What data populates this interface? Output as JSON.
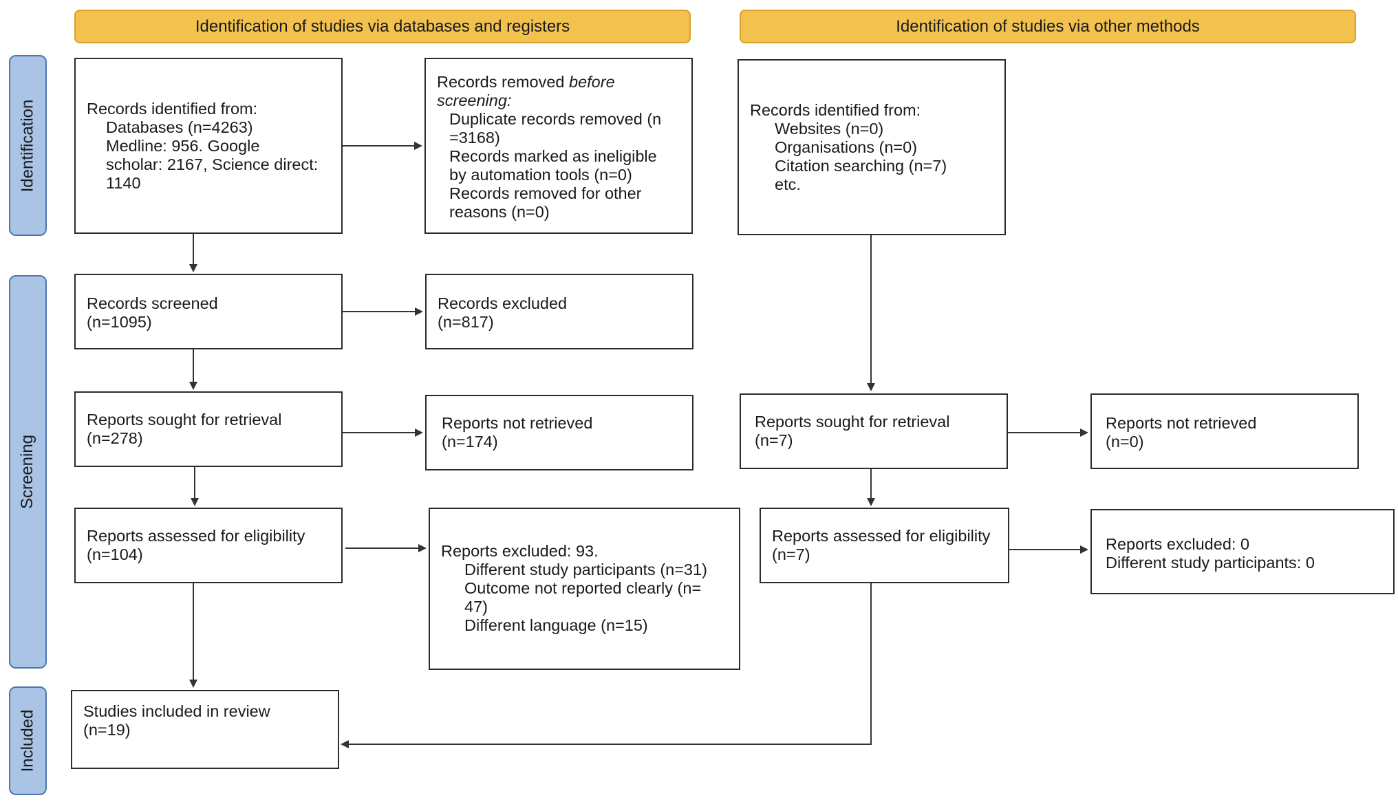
{
  "headers": {
    "databases": "Identification of studies via databases and registers",
    "other": "Identification of studies via other methods"
  },
  "phases": {
    "identification": "Identification",
    "screening": "Screening",
    "included": "Included"
  },
  "db_identified": {
    "title": "Records identified from:",
    "lines": [
      "Databases (n=4263)",
      "Medline: 956. Google",
      "scholar: 2167, Science direct:",
      "1140"
    ]
  },
  "db_removed": {
    "title_a": "Records removed ",
    "title_em": "before",
    "title_b": "screening:",
    "lines": [
      "Duplicate records removed (n",
      "=3168)",
      "Records marked as ineligible",
      "by automation tools (n=0)",
      "Records removed for other",
      "reasons (n=0)"
    ]
  },
  "db_screened": {
    "title": "Records screened",
    "count": "(n=1095)"
  },
  "db_excluded": {
    "title": "Records excluded",
    "count": "(n=817)"
  },
  "db_sought": {
    "title": "Reports sought for retrieval",
    "count": "(n=278)"
  },
  "db_not_retrieved": {
    "title": "Reports not retrieved",
    "count": "(n=174)"
  },
  "db_assessed": {
    "title": "Reports assessed for eligibility",
    "count": "(n=104)"
  },
  "db_reports_excluded": {
    "title": "Reports excluded: 93.",
    "lines": [
      "Different study participants (n=31)",
      "Outcome not reported clearly (n=",
      "47)",
      "Different language (n=15)"
    ]
  },
  "included": {
    "title": "Studies included in review",
    "count": "(n=19)"
  },
  "other_identified": {
    "title": "Records identified from:",
    "lines": [
      "Websites (n=0)",
      "Organisations (n=0)",
      "Citation searching (n=7)",
      "etc."
    ]
  },
  "other_sought": {
    "title": "Reports sought for retrieval",
    "count": "(n=7)"
  },
  "other_not_retrieved": {
    "title": "Reports not retrieved",
    "count": "(n=0)"
  },
  "other_assessed": {
    "title": "Reports assessed for eligibility",
    "count": "(n=7)"
  },
  "other_excluded": {
    "title": "Reports excluded: 0",
    "line": "Different study participants: 0"
  },
  "colors": {
    "banner_fill": "#f2c14e",
    "banner_border": "#d9a12b",
    "phase_fill": "#a9c4e4",
    "phase_border": "#4c76ad",
    "box_border": "#2b2b2b",
    "arrow": "#333333"
  }
}
